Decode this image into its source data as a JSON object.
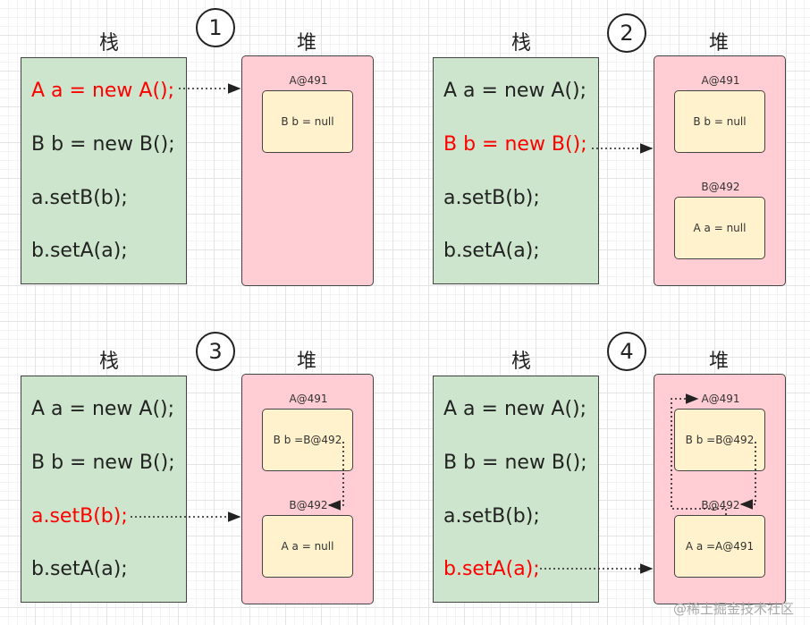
{
  "stack_label": "栈",
  "heap_label": "堆",
  "panels": [
    {
      "step": "1",
      "code": [
        "A a = new A();",
        "B b = new B();",
        "a.setB(b);",
        "b.setA(a);"
      ],
      "highlight_line": 0,
      "objects": [
        {
          "label": "A@491",
          "field": "B b = null"
        }
      ]
    },
    {
      "step": "2",
      "code": [
        "A a = new A();",
        "B b = new B();",
        "a.setB(b);",
        "b.setA(a);"
      ],
      "highlight_line": 1,
      "objects": [
        {
          "label": "A@491",
          "field": "B b = null"
        },
        {
          "label": "B@492",
          "field": "A a = null"
        }
      ]
    },
    {
      "step": "3",
      "code": [
        "A a = new A();",
        "B b = new B();",
        "a.setB(b);",
        "b.setA(a);"
      ],
      "highlight_line": 2,
      "objects": [
        {
          "label": "A@491",
          "field": "B b =B@492"
        },
        {
          "label": "B@492",
          "field": "A a = null"
        }
      ]
    },
    {
      "step": "4",
      "code": [
        "A a = new A();",
        "B b = new B();",
        "a.setB(b);",
        "b.setA(a);"
      ],
      "highlight_line": 3,
      "objects": [
        {
          "label": "A@491",
          "field": "B b =B@492"
        },
        {
          "label": "B@492",
          "field": "A a =A@491"
        }
      ]
    }
  ],
  "watermark": "@稀土掘金技术社区",
  "colors": {
    "stack_bg": "#cce5cc",
    "heap_bg": "#ffcdd3",
    "object_bg": "#fff2cc",
    "highlight_text": "#ff0000"
  }
}
